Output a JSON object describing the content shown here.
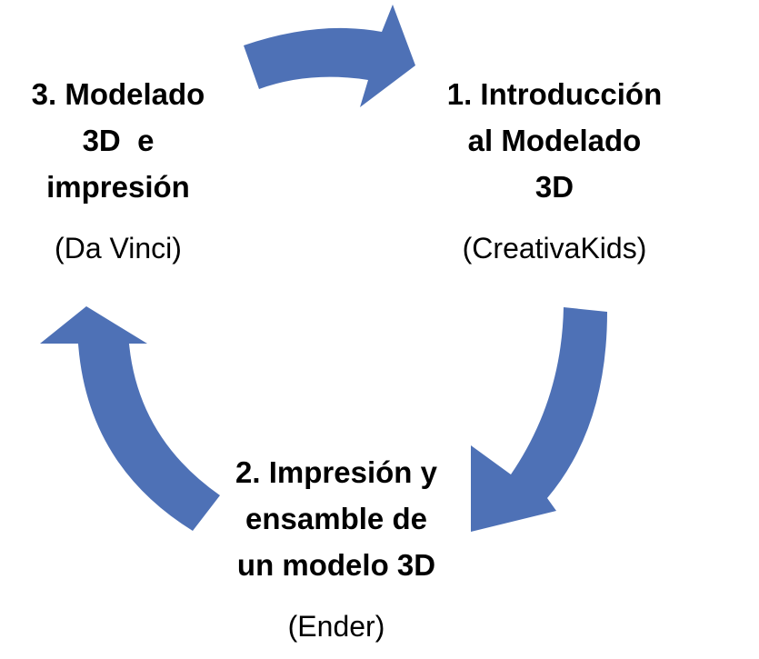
{
  "colors": {
    "arrow": "#4E71B6",
    "text": "#000000"
  },
  "steps": [
    {
      "title_lines": [
        "1. Introducción",
        "al Modelado",
        "3D"
      ],
      "subtitle": "(CreativaKids)"
    },
    {
      "title_lines": [
        "2. Impresión y",
        "ensamble de",
        "un modelo 3D"
      ],
      "subtitle": "(Ender)"
    },
    {
      "title_lines": [
        "3. Modelado",
        "3D  e",
        "impresión"
      ],
      "subtitle": "(Da Vinci)"
    }
  ]
}
